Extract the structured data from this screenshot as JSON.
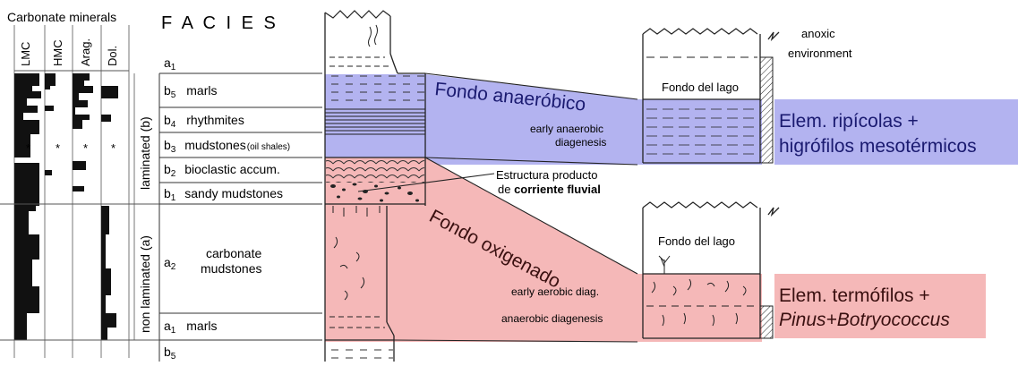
{
  "header": {
    "carbonate_minerals": "Carbonate minerals",
    "mineral_columns": [
      "LMC",
      "HMC",
      "Arag.",
      "Dol."
    ],
    "facies": "F A C I E S"
  },
  "facies_rows": {
    "a1_top": "a",
    "a1_top_sub": "1",
    "b5_label": "b",
    "b5_sub": "5",
    "b5_text": "marls",
    "b4_label": "b",
    "b4_sub": "4",
    "b4_text": "rhythmites",
    "b3_label": "b",
    "b3_sub": "3",
    "b3_text": "mudstones",
    "b3_note": "(oil shales)",
    "b2_label": "b",
    "b2_sub": "2",
    "b2_text": "bioclastic accum.",
    "b1_label": "b",
    "b1_sub": "1",
    "b1_text": "sandy mudstones",
    "a2_label": "a",
    "a2_sub": "2",
    "a2_text_1": "carbonate",
    "a2_text_2": "mudstones",
    "a1_bottom_label": "a",
    "a1_bottom_sub": "1",
    "a1_bottom_text": "marls",
    "b5_bottom_label": "b",
    "b5_bottom_sub": "5"
  },
  "side_labels": {
    "laminated": "laminated (b)",
    "non_laminated": "non laminated (a)"
  },
  "asterisk": "*",
  "annotations": {
    "fondo_anaerobico": "Fondo anaeróbico",
    "early_anaerobic_1": "early anaerobic",
    "early_anaerobic_2": "diagenesis",
    "estructura_1": "Estructura producto",
    "estructura_2a": "de ",
    "estructura_2b": "corriente fluvial",
    "fondo_oxigenado": "Fondo oxigenado",
    "early_aerobic": "early aerobic diag.",
    "anaerobic_diag": "anaerobic diagenesis",
    "anoxic_1": "anoxic",
    "anoxic_2": "environment",
    "fondo_lago_top": "Fondo del lago",
    "fondo_lago_bottom": "Fondo del lago"
  },
  "boxes": {
    "blue_1": "Elem. ripícolas +",
    "blue_2": "higrófilos mesotérmicos",
    "pink_1": "Elem. termófilos +",
    "pink_2": "Pinus+Botryococcus"
  },
  "colors": {
    "blue": "#b3b3f0",
    "pink": "#f5b8b8",
    "blue_text": "#1a1a70",
    "pink_text": "#3a1010"
  }
}
